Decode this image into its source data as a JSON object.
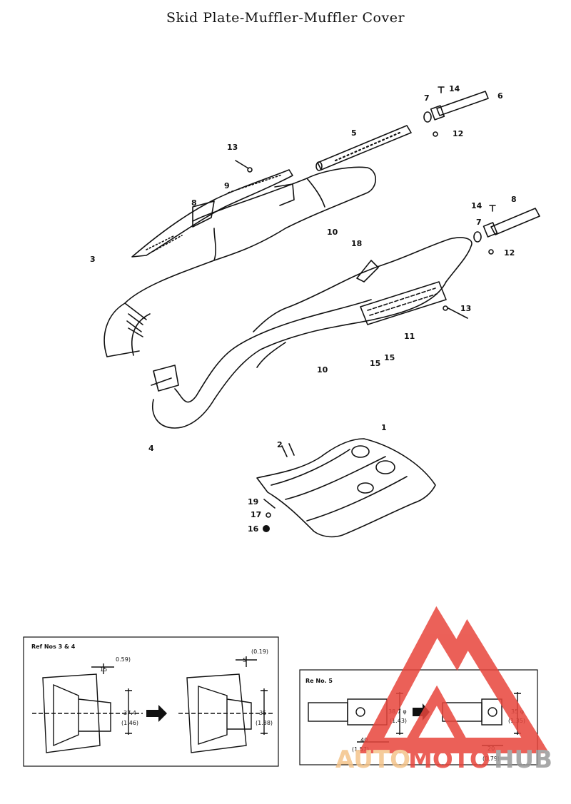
{
  "title": "Skid Plate-Muffler-Muffler Cover",
  "callouts": {
    "c1": "1",
    "c2": "2",
    "c3": "3",
    "c4": "4",
    "c5": "5",
    "c6": "6",
    "c7a": "7",
    "c7b": "7",
    "c8a": "8",
    "c8b": "8",
    "c9": "9",
    "c10a": "10",
    "c10b": "10",
    "c11": "11",
    "c12a": "12",
    "c12b": "12",
    "c13a": "13",
    "c13b": "13",
    "c14a": "14",
    "c14b": "14",
    "c15a": "15",
    "c15b": "15",
    "c16": "16",
    "c17": "17",
    "c18": "18",
    "c19": "19"
  },
  "detail_left": {
    "ref": "Ref  Nos  3 & 4",
    "dim_a_mm": "15",
    "dim_a_in": "0.59)",
    "dim_b_mm": "37.4",
    "dim_b_in": "(1.46)",
    "dim_c_mm": "5",
    "dim_c_in": "(0.19)",
    "dim_d_mm": "35",
    "dim_d_in": "(1.38)"
  },
  "detail_right": {
    "ref": "Re No. 5",
    "dim_a_mm": "38.7 φ",
    "dim_a_in": "(1.43)",
    "dim_b_mm": "40",
    "dim_b_in": "(1.57)",
    "dim_c_mm": "35 φ",
    "dim_c_in": "(1.35)",
    "dim_d_mm": "20",
    "dim_d_in": "(0.79)"
  },
  "watermark": {
    "part1": "AUTO",
    "part2": "MOTO",
    "part3": "HUB",
    "color_light": "#f4c48a",
    "color_red": "#e8453c",
    "color_gray": "#9a9a9a"
  }
}
